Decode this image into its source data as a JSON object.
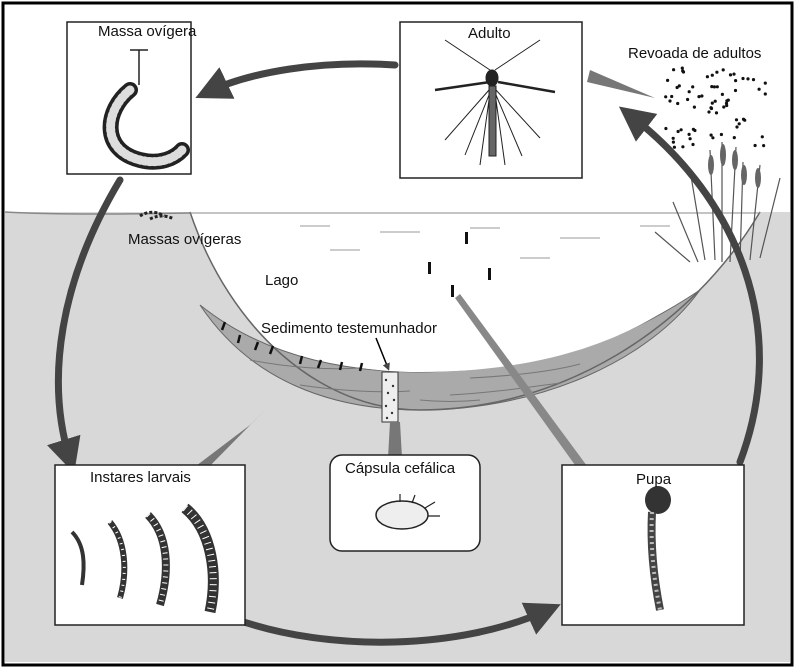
{
  "labels": {
    "massa_ovigera": "Massa ovígera",
    "adulto": "Adulto",
    "revoada": "Revoada de adultos",
    "massas_ovigeras": "Massas ovígeras",
    "lago": "Lago",
    "sedimento": "Sedimento testemunhador",
    "instares": "Instares larvais",
    "capsula": "Cápsula cefálica",
    "pupa": "Pupa"
  },
  "colors": {
    "water": "#ffffff",
    "land": "#d8d8d8",
    "sediment": "#a9a9a9",
    "arrow": "#444444",
    "border": "#000000"
  }
}
